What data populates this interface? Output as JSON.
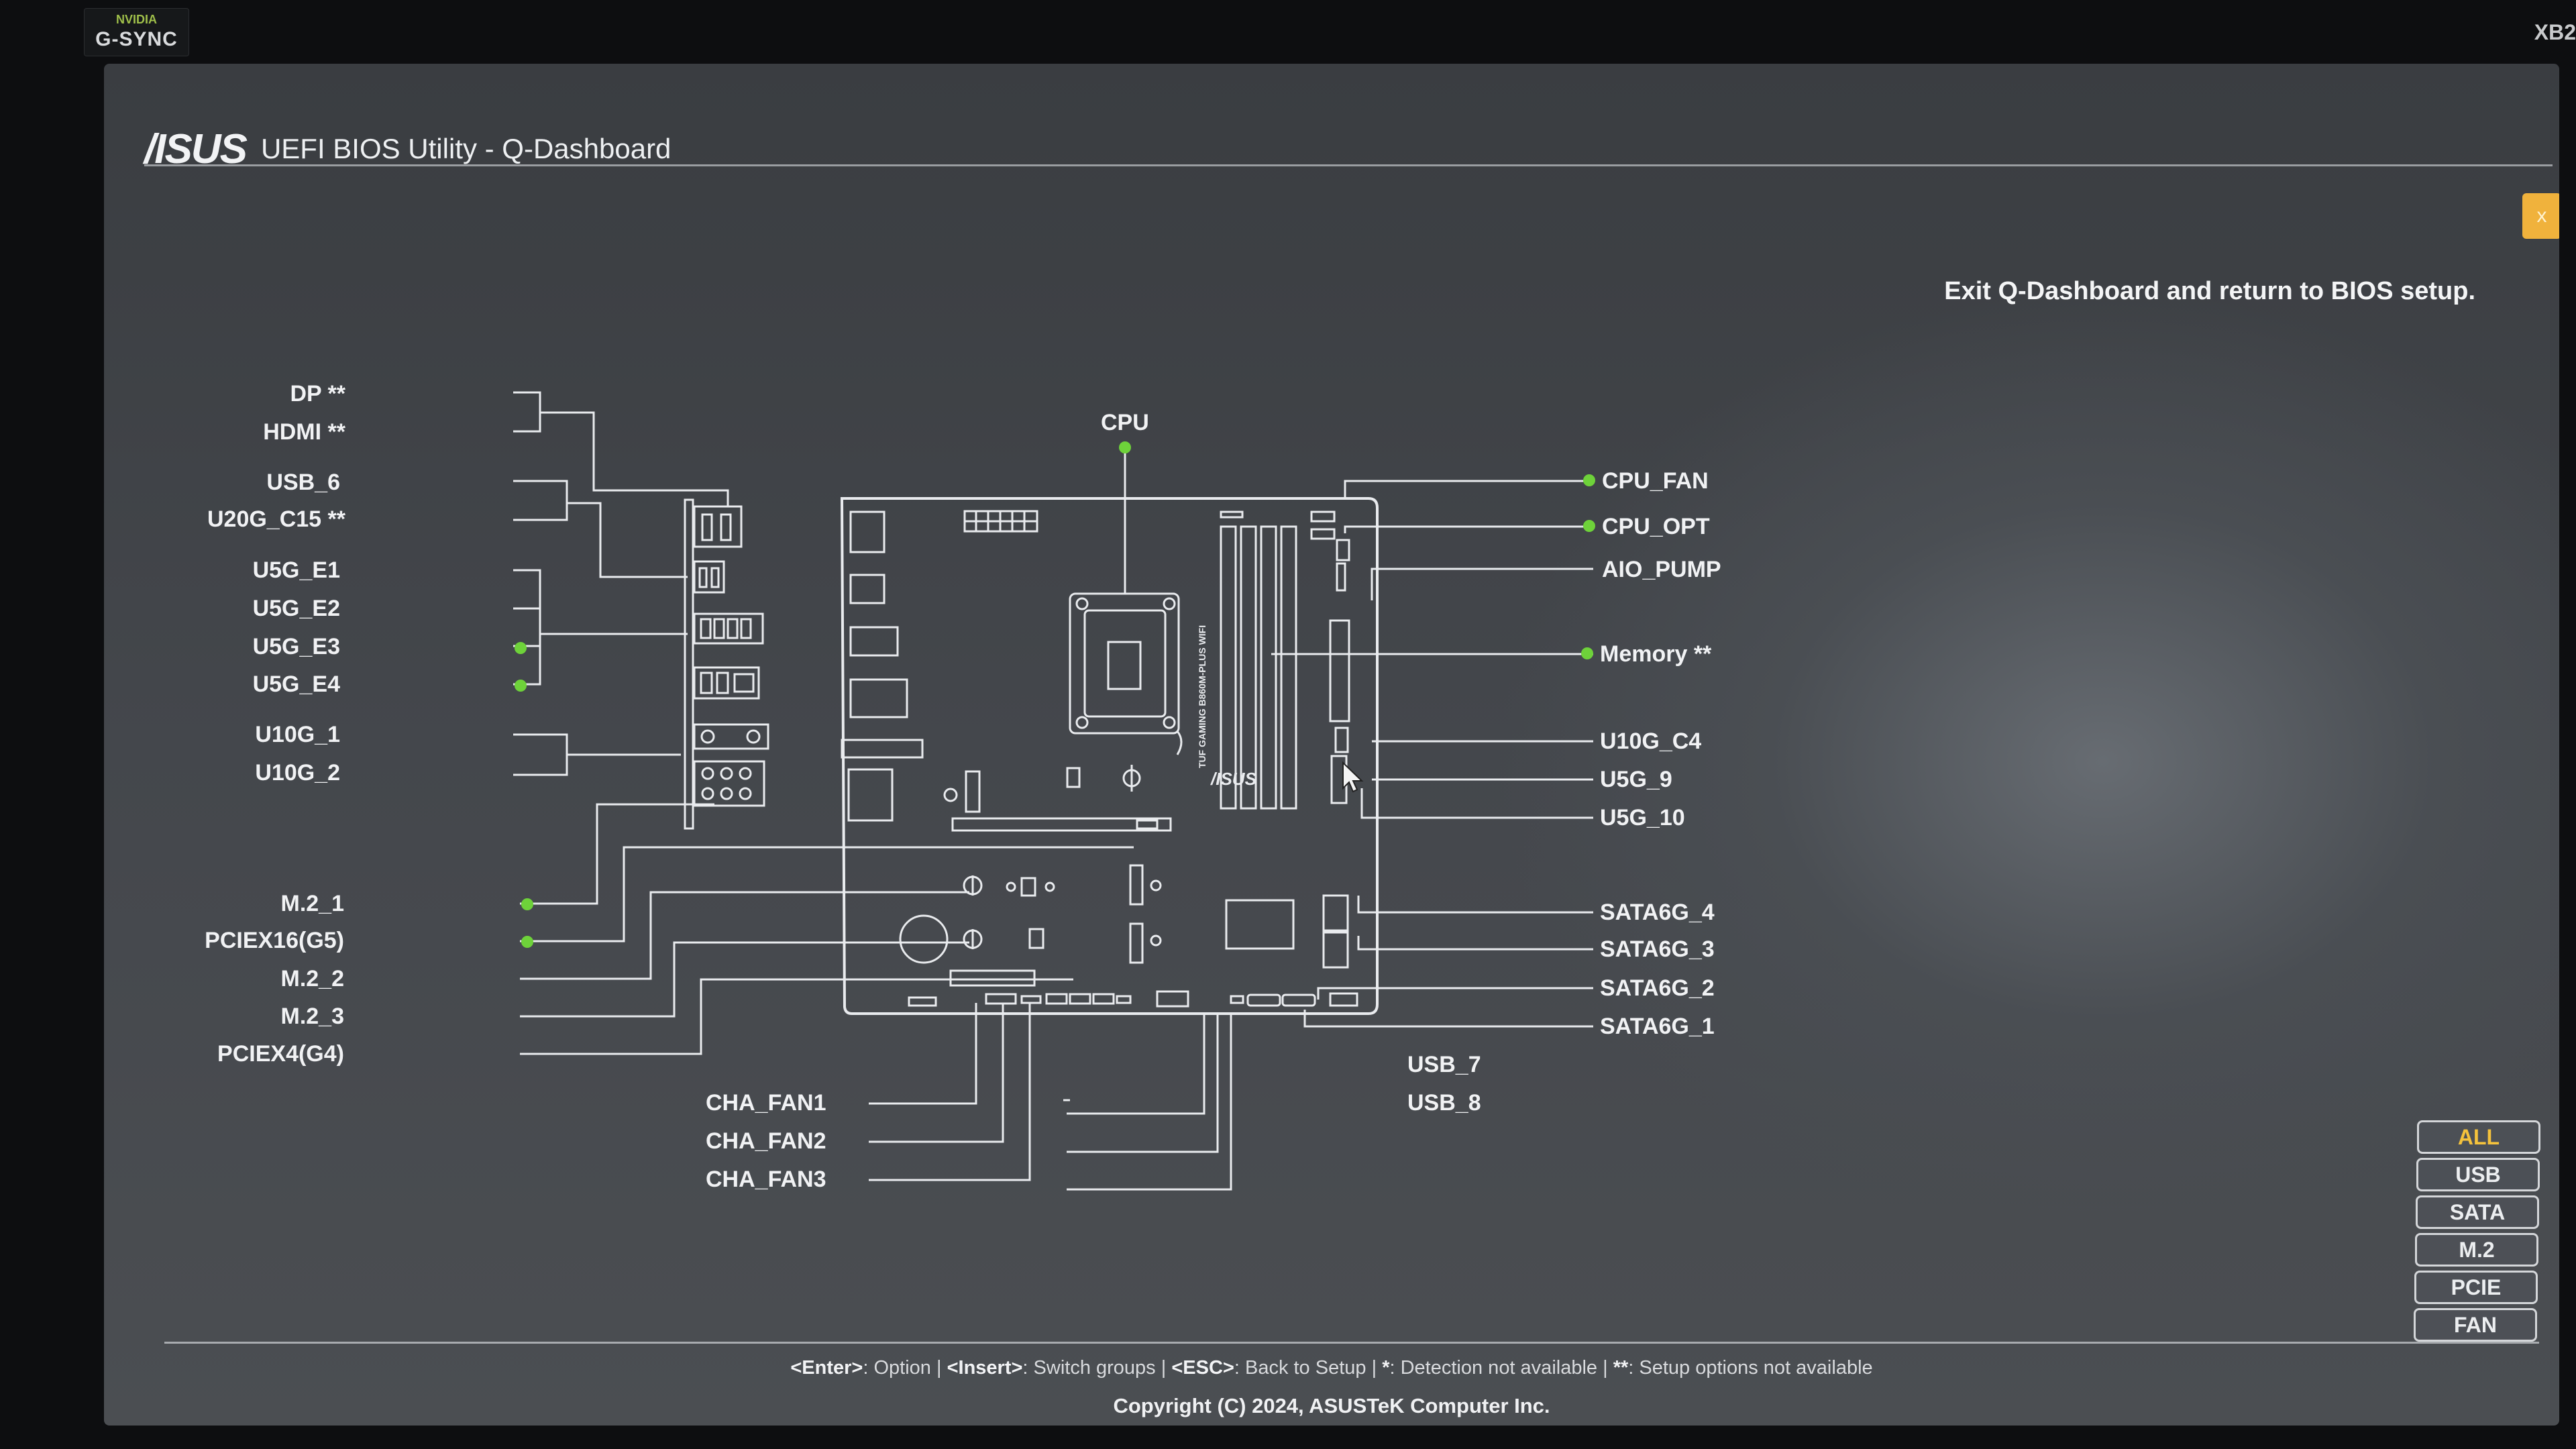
{
  "monitor": {
    "badge_top": "NVIDIA",
    "badge_main": "G-SYNC",
    "model": "XB2"
  },
  "header": {
    "brand": "/ISUS",
    "title": "UEFI BIOS Utility - Q-Dashboard"
  },
  "exit": {
    "button": "x",
    "hint": "Exit Q-Dashboard and return to BIOS setup."
  },
  "left_labels": [
    "DP **",
    "HDMI **",
    "USB_6",
    "U20G_C15 **",
    "U5G_E1",
    "U5G_E2",
    "U5G_E3",
    "U5G_E4",
    "U10G_1",
    "U10G_2",
    "M.2_1",
    "PCIEX16(G5)",
    "M.2_2",
    "M.2_3",
    "PCIEX4(G4)"
  ],
  "top_label": "CPU",
  "right_labels": [
    "CPU_FAN",
    "CPU_OPT",
    "AIO_PUMP",
    "Memory **",
    "U10G_C4",
    "U5G_9",
    "U5G_10",
    "SATA6G_4",
    "SATA6G_3",
    "SATA6G_2",
    "SATA6G_1"
  ],
  "bottom_right_labels": [
    "USB_7",
    "USB_8"
  ],
  "bottom_labels": [
    "CHA_FAN1",
    "CHA_FAN2",
    "CHA_FAN3"
  ],
  "detected": [
    "U5G_E3",
    "U5G_E4",
    "M.2_1",
    "PCIEX16(G5)",
    "CPU",
    "CPU_FAN",
    "CPU_OPT",
    "Memory **"
  ],
  "groups": [
    "ALL",
    "USB",
    "SATA",
    "M.2",
    "PCIE",
    "FAN"
  ],
  "active_group": "ALL",
  "footer": {
    "enter_key": "<Enter>",
    "enter_text": ": Option",
    "insert_key": "<Insert>",
    "insert_text": ": Switch groups",
    "esc_key": "<ESC>",
    "esc_text": ": Back to Setup",
    "star_key": "*",
    "star_text": ": Detection not available",
    "dstar_key": "**",
    "dstar_text": ": Setup options not available",
    "separator": "|",
    "copyright": "Copyright (C) 2024, ASUSTeK Computer Inc."
  },
  "board_text": {
    "model": "TUF GAMING B860M-PLUS WIFI",
    "logo": "/ISUS"
  },
  "colors": {
    "detected_dot": "#6ed23a",
    "active_group": "#f4c23c",
    "exit_button": "#f0b23c"
  }
}
